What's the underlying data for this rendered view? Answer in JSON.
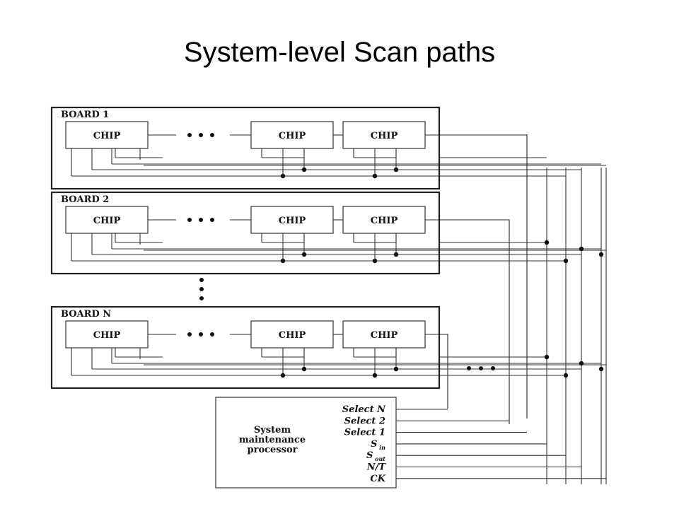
{
  "title": "System-level Scan paths",
  "boards": [
    {
      "label": "BOARD 1",
      "chips": [
        "CHIP",
        "CHIP",
        "CHIP"
      ]
    },
    {
      "label": "BOARD 2",
      "chips": [
        "CHIP",
        "CHIP",
        "CHIP"
      ]
    },
    {
      "label": "BOARD N",
      "chips": [
        "CHIP",
        "CHIP",
        "CHIP"
      ]
    }
  ],
  "processor": {
    "name_lines": [
      "System",
      "maintenance",
      "processor"
    ],
    "signals": [
      {
        "main": "Select N",
        "sub": ""
      },
      {
        "main": "Select 2",
        "sub": ""
      },
      {
        "main": "Select 1",
        "sub": ""
      },
      {
        "main": "S",
        "sub": "in"
      },
      {
        "main": "S",
        "sub": "out"
      },
      {
        "main": "N/T",
        "sub": ""
      },
      {
        "main": "CK",
        "sub": ""
      }
    ]
  }
}
